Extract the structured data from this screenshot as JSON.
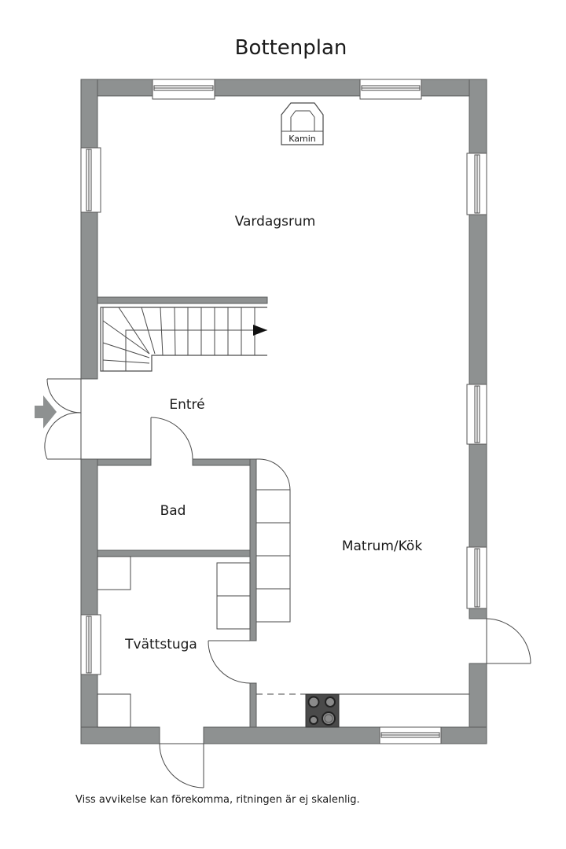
{
  "title": "Bottenplan",
  "footnote": "Viss avvikelse kan förekomma, ritningen är ej skalenlig.",
  "rooms": {
    "vardagsrum": "Vardagsrum",
    "entre": "Entré",
    "bad": "Bad",
    "matrum_kok": "Matrum/Kök",
    "tvattstuga": "Tvättstuga"
  },
  "fixtures": {
    "kamin": "Kamin"
  },
  "colors": {
    "wall": "#8e9191",
    "stove": "#4a4a4a",
    "entry_arrow": "#8e9191"
  }
}
